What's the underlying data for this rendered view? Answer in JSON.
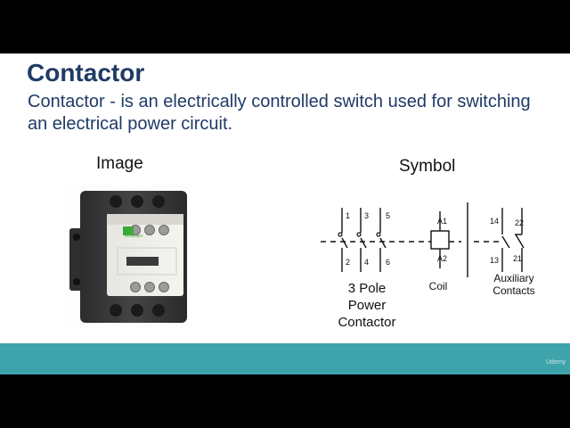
{
  "slide": {
    "title": "Contactor",
    "definition": "Contactor - is an electrically controlled switch used for switching an electrical power circuit.",
    "image_heading": "Image",
    "symbol_heading": "Symbol"
  },
  "photo": {
    "device_brand": "Schneider Electric"
  },
  "symbol": {
    "power_terminals_top": [
      "1",
      "3",
      "5"
    ],
    "power_terminals_bottom": [
      "2",
      "4",
      "6"
    ],
    "coil_terminal_top": "A1",
    "coil_terminal_bottom": "A2",
    "aux_terminals_top": [
      "14",
      "22"
    ],
    "aux_terminals_bottom": [
      "13",
      "21"
    ],
    "power_caption_lines": [
      "3 Pole",
      "Power",
      "Contactor"
    ],
    "coil_caption": "Coil",
    "aux_caption_lines": [
      "Auxiliary",
      "Contacts"
    ]
  },
  "footer": {
    "watermark": "Udemy"
  },
  "colors": {
    "title": "#1f3a66",
    "footer_bar": "#3ea3aa"
  }
}
